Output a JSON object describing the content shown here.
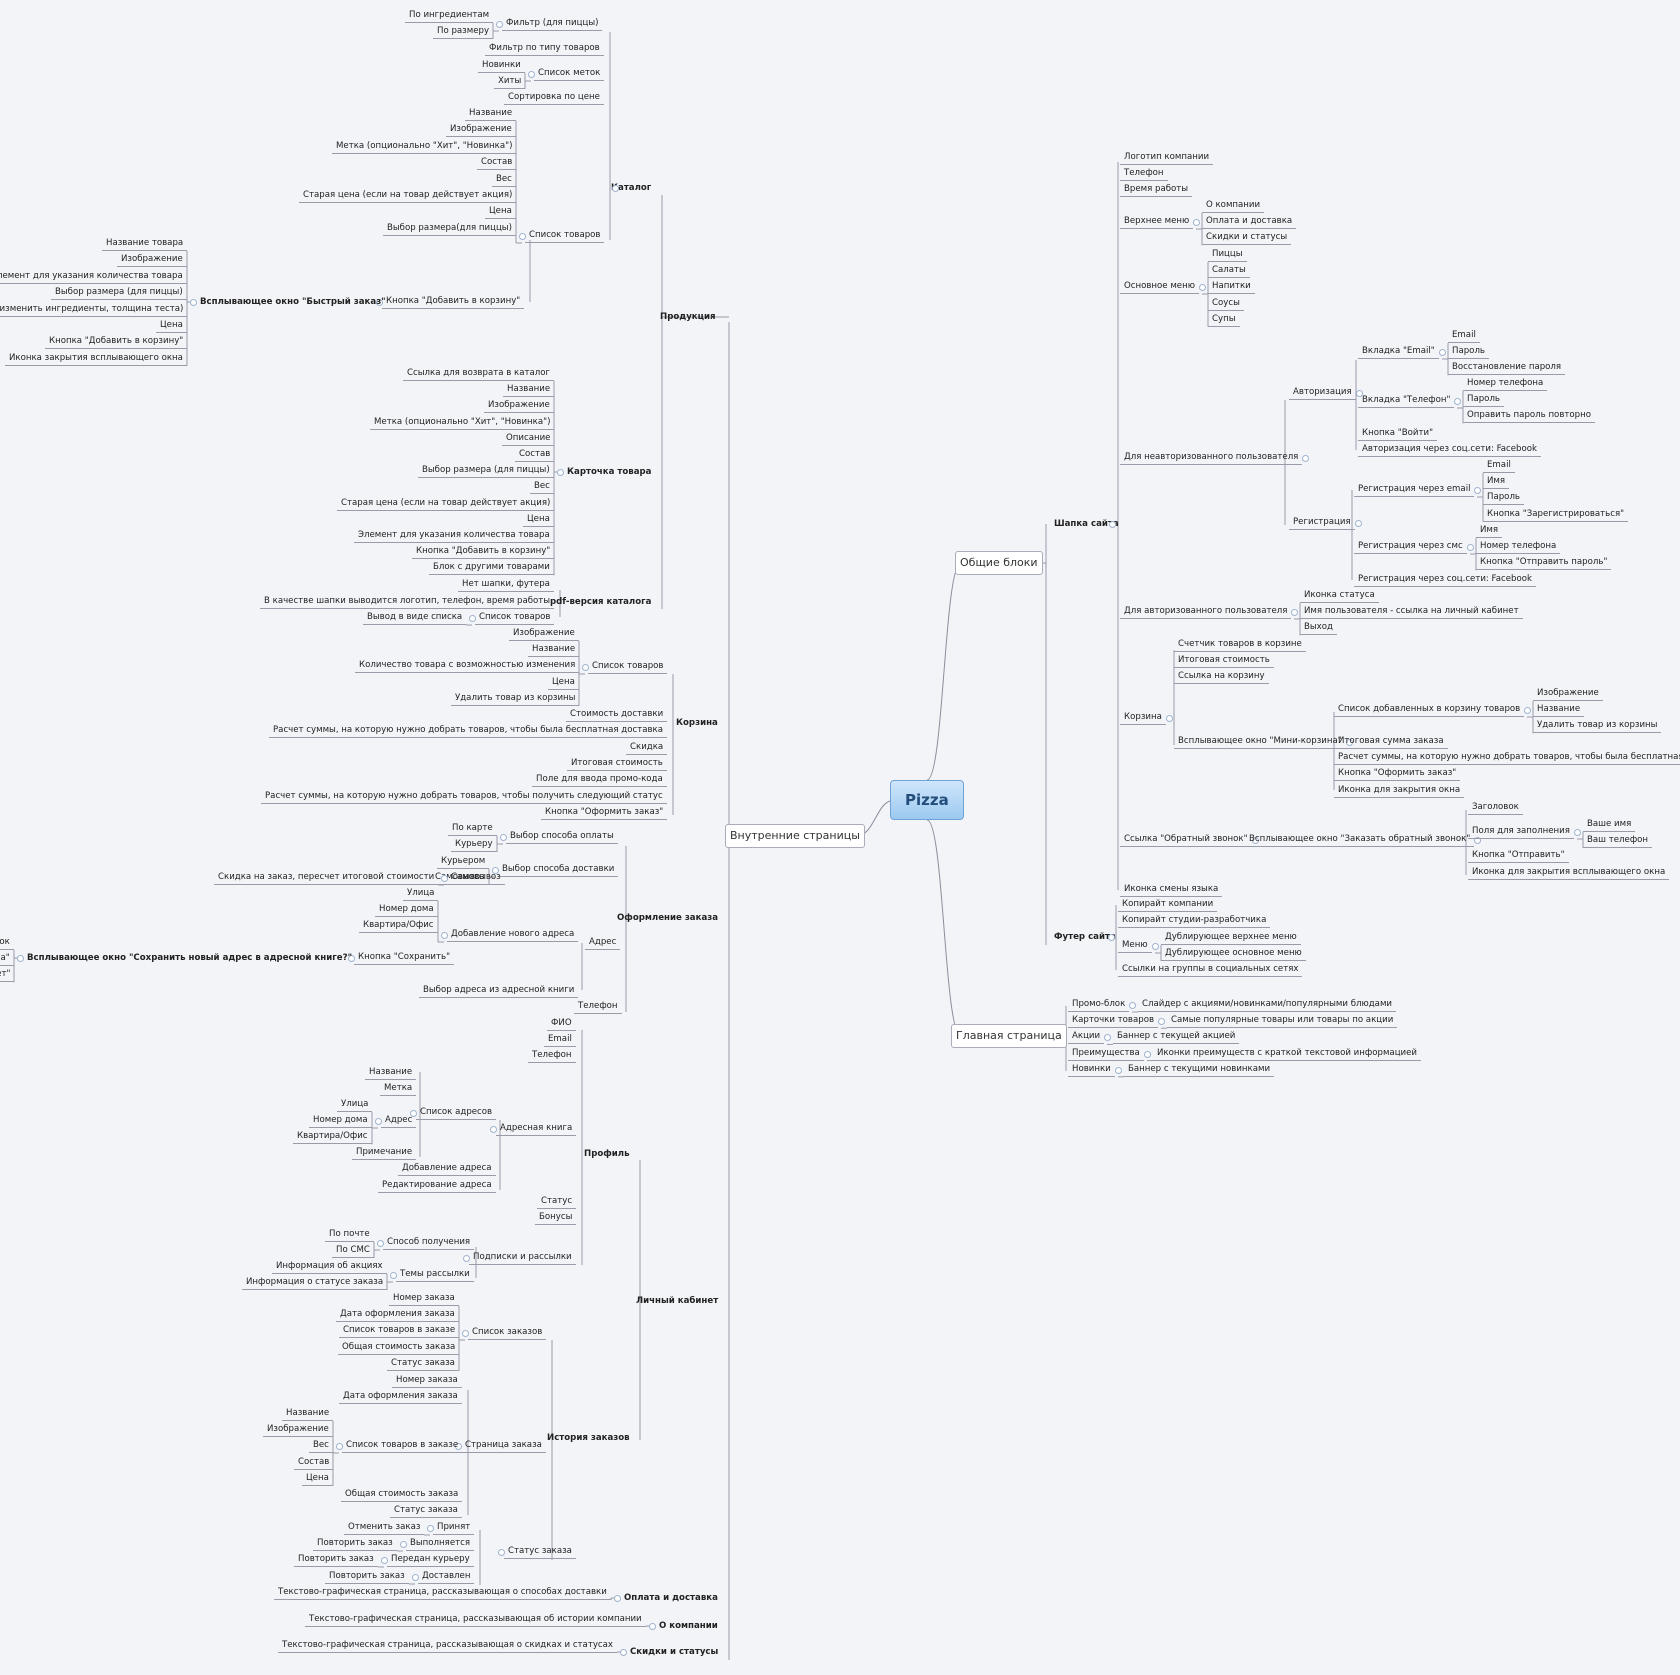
{
  "root": "Pizza",
  "mains": {
    "internal": "Внутренние страницы",
    "common": "Общие блоки",
    "home": "Главная страница"
  },
  "left": {
    "products": {
      "title": "Продукция",
      "catalog": {
        "title": "Каталог",
        "filter": "Фильтр (для пиццы)",
        "filter_items": [
          "По ингредиентам",
          "По размеру"
        ],
        "type_filter": "Фильтр по типу товаров",
        "labels": "Список меток",
        "labels_items": [
          "Новинки",
          "Хиты"
        ],
        "sort": "Сортировка по цене",
        "list": "Список товаров",
        "list_items": [
          "Название",
          "Изображение",
          "Метка (опционально \"Хит\", \"Новинка\")",
          "Состав",
          "Вес",
          "Старая цена (если на товар действует акция)",
          "Цена",
          "Выбор размера(для пиццы)"
        ],
        "add": "Кнопка \"Добавить в корзину\"",
        "quick": "Всплывающее окно \"Быстрый заказ\"",
        "quick_items": [
          "Название товара",
          "Изображение",
          "Элемент для указания количества товара",
          "Выбор размера (для пиццы)",
          "Параметры (изменить ингредиенты, толщина теста)",
          "Цена",
          "Кнопка \"Добавить в корзину\"",
          "Иконка закрытия всплывающего окна"
        ]
      },
      "card": {
        "title": "Карточка товара",
        "items": [
          "Ссылка для возврата в каталог",
          "Название",
          "Изображение",
          "Метка (опционально \"Хит\", \"Новинка\")",
          "Описание",
          "Состав",
          "Выбор размера (для пиццы)",
          "Вес",
          "Старая цена (если на товар действует акция)",
          "Цена",
          "Элемент для указания количества товара",
          "Кнопка \"Добавить в корзину\"",
          "Блок с другими товарами"
        ]
      },
      "pdf": {
        "title": "pdf-версия каталога",
        "items": [
          "Нет шапки, футера",
          "В качестве шапки выводится логотип, телефон, время работы"
        ],
        "list": "Список товаров",
        "list_item": "Вывод в виде списка"
      }
    },
    "cart": {
      "title": "Корзина",
      "list": "Список товаров",
      "list_items": [
        "Изображение",
        "Название",
        "Количество товара с возможностью изменения",
        "Цена",
        "Удалить товар из корзины"
      ],
      "items": [
        "Стоимость доставки",
        "Расчет суммы, на которую нужно добрать товаров, чтобы была бесплатная доставка",
        "Скидка",
        "Итоговая стоимость",
        "Поле для ввода промо-кода",
        "Расчет суммы, на которую нужно добрать товаров, чтобы получить следующий статус",
        "Кнопка \"Оформить заказ\""
      ]
    },
    "checkout": {
      "title": "Оформление заказа",
      "pay": "Выбор способа оплаты",
      "pay_items": [
        "По карте",
        "Курьеру"
      ],
      "delivery": "Выбор способа доставки",
      "courier": "Курьером",
      "pickup": "Самовывоз",
      "pickup_note": "Скидка на заказ, пересчет итоговой стоимости",
      "address": "Адрес",
      "new_address": "Добавление нового адреса",
      "new_address_items": [
        "Улица",
        "Номер дома",
        "Квартира/Офис"
      ],
      "save": "Кнопка \"Сохранить\"",
      "popup": "Всплывающее окно \"Сохранить новый адрес в адресной книге?\"",
      "popup_items": [
        "Заголовок",
        "Кнопка \"Да\"",
        "Кнопка \"Нет\""
      ],
      "choose": "Выбор адреса из адресной книги",
      "phone": "Телефон"
    },
    "account": {
      "title": "Личный кабинет",
      "profile": "Профиль",
      "profile_items": [
        "ФИО",
        "Email",
        "Телефон"
      ],
      "book": "Адресная книга",
      "addr_list": "Список адресов",
      "addr_name": "Название",
      "addr_tag": "Метка",
      "addr": "Адрес",
      "addr_items": [
        "Улица",
        "Номер дома",
        "Квартира/Офис"
      ],
      "addr_note": "Примечание",
      "add_addr": "Добавление адреса",
      "edit_addr": "Редактирование адреса",
      "status": "Статус",
      "bonus": "Бонусы",
      "subs": "Подписки и рассылки",
      "receive": "Способ получения",
      "receive_items": [
        "По почте",
        "По СМС"
      ],
      "topics": "Темы рассылки",
      "topics_items": [
        "Информация об акциях",
        "Информация о статусе заказа"
      ],
      "history": "История заказов",
      "orders": "Список заказов",
      "orders_items": [
        "Номер заказа",
        "Дата оформления заказа",
        "Список товаров в заказе",
        "Общая стоимость заказа",
        "Статус заказа"
      ],
      "order_page": "Страница заказа",
      "op_num": "Номер заказа",
      "op_date": "Дата оформления заказа",
      "op_goods": "Список товаров в заказе",
      "op_goods_items": [
        "Название",
        "Изображение",
        "Вес",
        "Состав",
        "Цена"
      ],
      "op_total": "Общая стоимость заказа",
      "op_status": "Статус заказа",
      "order_status": "Статус заказа",
      "accepted": "Принят",
      "cancel": "Отменить заказ",
      "inprogress": "Выполняется",
      "repeat": "Повторить заказ",
      "courier": "Передан курьеру",
      "delivered": "Доставлен"
    },
    "payment": {
      "title": "Оплата и доставка",
      "text": "Текстово-графическая страница, рассказывающая о способах доставки"
    },
    "about": {
      "title": "О компании",
      "text": "Текстово-графическая страница, рассказывающая об истории компании"
    },
    "discounts": {
      "title": "Скидки и статусы",
      "text": "Текстово-графическая страница, рассказывающая о скидках и статусах"
    }
  },
  "right": {
    "header": {
      "title": "Шапка сайта",
      "logo": "Логотип компании",
      "phone": "Телефон",
      "hours": "Время работы",
      "top_menu": "Верхнее меню",
      "top_menu_items": [
        "О компании",
        "Оплата и доставка",
        "Скидки и статусы"
      ],
      "main_menu": "Основное меню",
      "main_menu_items": [
        "Пиццы",
        "Салаты",
        "Напитки",
        "Соусы",
        "Супы"
      ],
      "guest": "Для неавторизованного пользователя",
      "auth": "Авторизация",
      "tab_email": "Вкладка \"Email\"",
      "tab_email_items": [
        "Email",
        "Пароль",
        "Восстановление пароля"
      ],
      "tab_phone": "Вкладка \"Телефон\"",
      "tab_phone_items": [
        "Номер телефона",
        "Пароль",
        "Оправить пароль повторно"
      ],
      "login_btn": "Кнопка \"Войти\"",
      "login_social": "Авторизация через соц.сети: Facebook",
      "reg": "Регистрация",
      "reg_email": "Регистрация через email",
      "reg_email_items": [
        "Email",
        "Имя",
        "Пароль",
        "Кнопка \"Зарегистрироваться\""
      ],
      "reg_sms": "Регистрация через смс",
      "reg_sms_items": [
        "Имя",
        "Номер телефона",
        "Кнопка \"Отправить пароль\""
      ],
      "reg_social": "Регистрация через соц.сети: Facebook",
      "user": "Для авторизованного пользователя",
      "user_items": [
        "Иконка статуса",
        "Имя пользователя - ссылка на личный кабинет",
        "Выход"
      ],
      "cart": "Корзина",
      "cart_items": [
        "Счетчик товаров в корзине",
        "Итоговая стоимость",
        "Ссылка на корзину"
      ],
      "mini": "Всплывающее окно \"Мини-корзина\"",
      "mini_list": "Список добавленных в корзину товаров",
      "mini_list_items": [
        "Изображение",
        "Название",
        "Удалить товар из корзины"
      ],
      "mini_items": [
        "Итоговая сумма заказа",
        "Расчет суммы, на которую нужно добрать товаров, чтобы была бесплатная доставка",
        "Кнопка \"Оформить заказ\"",
        "Иконка для закрытия окна"
      ],
      "callback": "Ссылка \"Обратный звонок\"",
      "callback_popup": "Всплывающее окно \"Заказать обратный звонок\"",
      "cb_title": "Заголовок",
      "cb_fields": "Поля для заполнения",
      "cb_fields_items": [
        "Ваше имя",
        "Ваш телефон"
      ],
      "cb_send": "Кнопка \"Отправить\"",
      "cb_close": "Иконка для закрытия всплывающего окна",
      "lang": "Иконка смены языка"
    },
    "footer": {
      "title": "Футер сайта",
      "copy": "Копирайт компании",
      "studio": "Копирайт студии-разработчика",
      "menu": "Меню",
      "menu_items": [
        "Дублирующее верхнее меню",
        "Дублирующее основное меню"
      ],
      "social": "Ссылки на группы в социальных сетях"
    },
    "home": [
      {
        "label": "Промо-блок",
        "child": "Слайдер с акциями/новинками/популярными блюдами"
      },
      {
        "label": "Карточки товаров",
        "child": "Самые популярные товары или товары по акции"
      },
      {
        "label": "Акции",
        "child": "Баннер с текущей акцией"
      },
      {
        "label": "Преимущества",
        "child": "Иконки преимуществ с краткой текстовой информацией"
      },
      {
        "label": "Новинки",
        "child": "Баннер с текущими новинками"
      }
    ]
  }
}
